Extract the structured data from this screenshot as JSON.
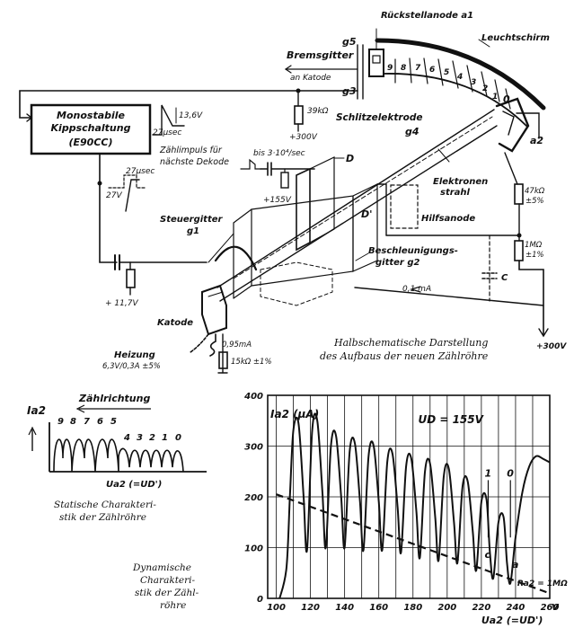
{
  "labels": {
    "rueckstellanode": "Rückstellanode a1",
    "g5": "g5",
    "bremsgitter": "Bremsgitter",
    "an_katode": "an Katode",
    "g3": "g3",
    "leuchtschirm": "Leuchtschirm",
    "mono_line1": "Monostabile",
    "mono_line2": "Kippschaltung",
    "mono_line3": "(E90CC)",
    "v136": "13,6V",
    "us27a": "27µsec",
    "zaehlimpuls1": "Zählimpuls für",
    "zaehlimpuls2": "nächste Dekode",
    "us27b": "27µsec",
    "v27": "27V",
    "r39k": "39kΩ",
    "v300a": "+300V",
    "schlitz": "Schlitzelektrode",
    "g4": "g4",
    "bis": "bis 3·10⁴/sec",
    "D": "D",
    "v155": "+155V",
    "elektronen1": "Elektronen",
    "elektronen2": "strahl",
    "r47k": "47kΩ",
    "pct5": "±5%",
    "a2": "a2",
    "Dp": "D'",
    "hilfsanode": "Hilfsanode",
    "steuer1": "Steuergitter",
    "steuer2": "g1",
    "r1m": "1MΩ",
    "pct1": "±1%",
    "beschl1": "Beschleunigungs-",
    "beschl2": "gitter g2",
    "v117": "+ 11,7V",
    "C": "C",
    "ma01": "0,1 mA",
    "katode": "Katode",
    "v300b": "+300V",
    "ma095": "0,95mA",
    "heizung1": "Heizung",
    "heizung2": "6,3V/0,3A ±5%",
    "r15k": "15kΩ ±1%",
    "caption1": "Halbschematische Darstellung",
    "caption2": "des Aufbaus der neuen Zählröhre",
    "screen_digits": [
      "9",
      "8",
      "7",
      "6",
      "5",
      "4",
      "3",
      "2",
      "1",
      "0"
    ]
  },
  "static_chart": {
    "ylabel": "Ia2",
    "direction": "Zählrichtung",
    "top_digits": [
      "9",
      "8",
      "7",
      "6",
      "5"
    ],
    "bottom_digits": [
      "4",
      "3",
      "2",
      "1",
      "0"
    ],
    "xlabel": "Ua2 (=UD')",
    "caption1": "Statische Charakteri-",
    "caption2": "stik der Zählröhre"
  },
  "dynamic_caption": [
    "Dynamische",
    "Charakteri-",
    "stik der Zähl-",
    "röhre"
  ],
  "chart_data": {
    "type": "line",
    "annotation": "UD = 155V",
    "ylabel": "Ia2 (µA)",
    "xlabel": "Ua2 (=UD')",
    "x_unit": "V",
    "xlim": [
      95,
      260
    ],
    "ylim": [
      0,
      400
    ],
    "x_ticks": [
      100,
      120,
      140,
      160,
      180,
      200,
      220,
      240,
      260
    ],
    "y_ticks": [
      0,
      100,
      200,
      300,
      400
    ],
    "grid": true,
    "point_labels": [
      {
        "text": "1",
        "x": 224,
        "y": 240
      },
      {
        "text": "0",
        "x": 237,
        "y": 240
      },
      {
        "text": "c",
        "x": 224,
        "y": 80
      },
      {
        "text": "a",
        "x": 240,
        "y": 60
      }
    ],
    "load_line_label": "Ra2 = 1MΩ",
    "series": [
      {
        "name": "dynamic",
        "style": "solid",
        "x": [
          102,
          106,
          108,
          110,
          113,
          116,
          118,
          121,
          124,
          127,
          129,
          132,
          135,
          138,
          140,
          143,
          146,
          149,
          151,
          154,
          157,
          160,
          162,
          165,
          168,
          171,
          173,
          176,
          179,
          182,
          184,
          187,
          190,
          193,
          195,
          198,
          201,
          204,
          206,
          209,
          212,
          215,
          217,
          220,
          223,
          225,
          227,
          230,
          233,
          235,
          237,
          240,
          244,
          248,
          252,
          256,
          260
        ],
        "y": [
          0,
          60,
          200,
          330,
          345,
          200,
          95,
          330,
          350,
          210,
          100,
          300,
          320,
          200,
          100,
          290,
          305,
          190,
          95,
          280,
          300,
          190,
          95,
          270,
          285,
          180,
          90,
          260,
          275,
          170,
          80,
          250,
          265,
          160,
          75,
          240,
          255,
          150,
          70,
          220,
          230,
          130,
          55,
          190,
          195,
          90,
          40,
          150,
          160,
          70,
          30,
          120,
          210,
          260,
          280,
          275,
          268
        ]
      },
      {
        "name": "Ra2 = 1MΩ",
        "style": "dashed",
        "x": [
          100,
          260
        ],
        "y": [
          205,
          10
        ]
      }
    ]
  }
}
